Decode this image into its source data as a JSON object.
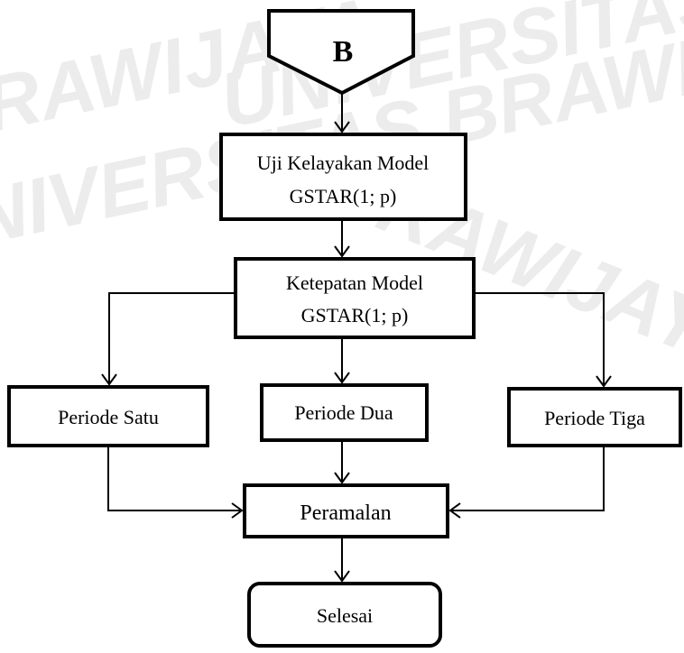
{
  "watermark": {
    "lines": [
      "BRAWIJAYA",
      "UNIVERSITAS",
      "UNIVERSITAS BRAWIJAYA",
      "BRAWIJAYA"
    ]
  },
  "connector": {
    "label": "B"
  },
  "nodes": {
    "uji_line1": "Uji Kelayakan Model",
    "uji_line2": "GSTAR(1; p)",
    "ketepatan_line1": "Ketepatan Model",
    "ketepatan_line2": "GSTAR(1; p)",
    "periode_satu": "Periode Satu",
    "periode_dua": "Periode Dua",
    "periode_tiga": "Periode Tiga",
    "peramalan": "Peramalan",
    "selesai": "Selesai"
  }
}
